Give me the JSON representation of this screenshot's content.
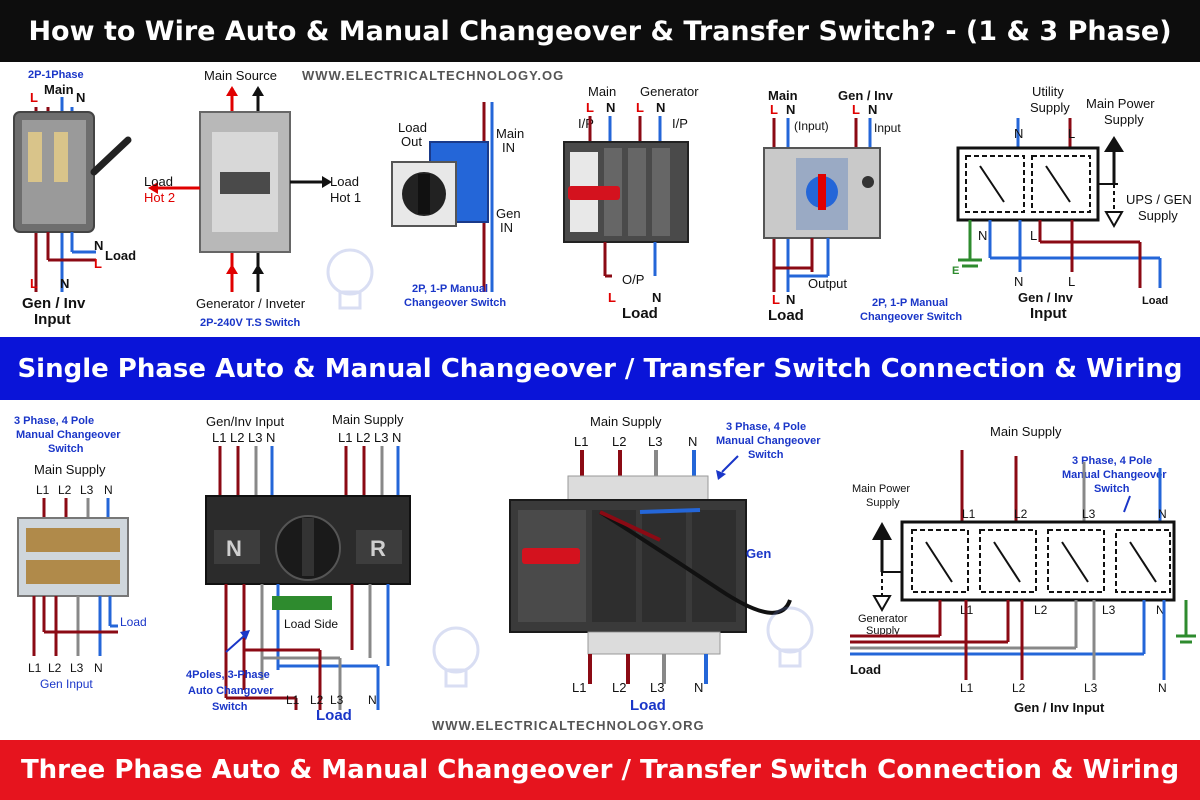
{
  "titles": {
    "top": "How to Wire Auto & Manual Changeover & Transfer Switch? - (1 & 3 Phase)",
    "middle": "Single Phase Auto & Manual Changeover / Transfer Switch Connection & Wiring",
    "bottom": "Three Phase Auto & Manual Changeover / Transfer Switch Connection & Wiring"
  },
  "website": "WWW.ELECTRICALTECHNOLOGY.OG",
  "website_bottom": "WWW.ELECTRICALTECHNOLOGY.ORG",
  "colors": {
    "top_band": "#0d0d0d",
    "middle_band": "#0a14d8",
    "bottom_band": "#e6141e",
    "live_wire": "#8b0a14",
    "neutral_wire": "#2466d8",
    "label_blue": "#1a36c8",
    "label_red": "#e00000",
    "earth": "#2e8b2e"
  },
  "single_phase": {
    "d1": {
      "type_label": "2P-1Phase",
      "main": "Main",
      "l": "L",
      "n": "N",
      "load": "Load",
      "gen_line1": "Gen / Inv",
      "gen_line2": "Input"
    },
    "d2": {
      "main_source": "Main Source",
      "load_left": "Load",
      "hot2": "Hot 2",
      "load_right": "Load",
      "hot1": "Hot 1",
      "generator": "Generator / Inveter",
      "caption": "2P-240V T.S Switch"
    },
    "d3": {
      "load_out_1": "Load",
      "load_out_2": "Out",
      "main_in_1": "Main",
      "main_in_2": "IN",
      "gen_in_1": "Gen",
      "gen_in_2": "IN",
      "caption_1": "2P, 1-P Manual",
      "caption_2": "Changeover Switch"
    },
    "d4": {
      "main": "Main",
      "generator": "Generator",
      "l": "L",
      "n": "N",
      "ip": "I/P",
      "op": "O/P",
      "load": "Load"
    },
    "d5": {
      "main": "Main",
      "gen_inv": "Gen / Inv",
      "l": "L",
      "n": "N",
      "input_paren": "(Input)",
      "input": "Input",
      "output": "Output",
      "load": "Load",
      "caption_1": "2P, 1-P Manual",
      "caption_2": "Changeover Switch"
    },
    "d6": {
      "utility_1": "Utility",
      "utility_2": "Supply",
      "main_power_1": "Main Power",
      "main_power_2": "Supply",
      "ups_1": "UPS / GEN",
      "ups_2": "Supply",
      "n": "N",
      "l": "L",
      "e": "E",
      "gen_1": "Gen / Inv",
      "gen_2": "Input",
      "load": "Load"
    }
  },
  "three_phase": {
    "d1": {
      "caption_1": "3 Phase, 4 Pole",
      "caption_2": "Manual Changeover",
      "caption_3": "Switch",
      "main_supply": "Main Supply",
      "phases": [
        "L1",
        "L2",
        "L3",
        "N"
      ],
      "load": "Load",
      "gen_input": "Gen Input"
    },
    "d2": {
      "gen_inv_input": "Gen/Inv Input",
      "main_supply": "Main Supply",
      "phases": [
        "L1",
        "L2",
        "L3",
        "N"
      ],
      "n_mark": "N",
      "r_mark": "R",
      "load_side": "Load Side",
      "caption_1": "4Poles, 3-Phase",
      "caption_2": "Auto Changover",
      "caption_3": "Switch",
      "load": "Load"
    },
    "d3": {
      "main_supply": "Main Supply",
      "phases": [
        "L1",
        "L2",
        "L3",
        "N"
      ],
      "caption_1": "3 Phase, 4 Pole",
      "caption_2": "Manual Changeover",
      "caption_3": "Switch",
      "gen": "Gen",
      "load": "Load"
    },
    "d4": {
      "main_supply": "Main Supply",
      "caption_1": "3 Phase, 4 Pole",
      "caption_2": "Manual Changeover",
      "caption_3": "Switch",
      "main_power_1": "Main Power",
      "main_power_2": "Supply",
      "generator_1": "Generator",
      "generator_2": "Supply",
      "phases": [
        "L1",
        "L2",
        "L3",
        "N"
      ],
      "load": "Load",
      "gen_inv_input": "Gen / Inv Input"
    }
  }
}
